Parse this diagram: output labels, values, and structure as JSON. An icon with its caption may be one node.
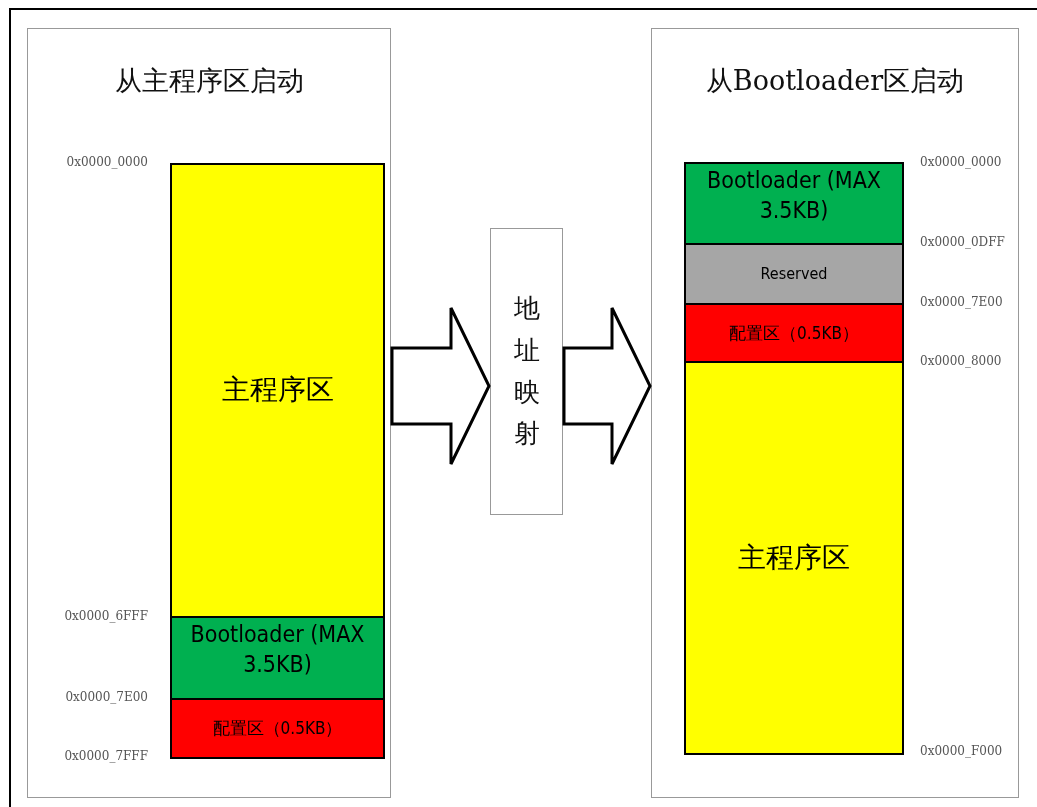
{
  "diagram": {
    "nodes": [
      {
        "text": [
          "从主程序区启动"
        ]
      },
      {
        "text": [
          "主程序区"
        ],
        "in": 0
      },
      {
        "text": [
          "Bootloader (MAX 3.5KB)"
        ],
        "in": 0
      },
      {
        "text": [
          "配置区（0.5KB）"
        ],
        "in": 0
      },
      {
        "text": [
          "地址映射"
        ]
      },
      {
        "text": [
          "从Bootloader区启动"
        ]
      },
      {
        "text": [
          "Bootloader (MAX 3.5KB)"
        ],
        "in": 5
      },
      {
        "text": [
          "Reserved"
        ],
        "in": 5
      },
      {
        "text": [
          "配置区（0.5KB）"
        ],
        "in": 5
      },
      {
        "text": [
          "主程序区"
        ],
        "in": 5
      }
    ],
    "edges": [
      {
        "from": 0,
        "to": 4,
        "arrow": "to"
      },
      {
        "from": 4,
        "to": 5,
        "arrow": "to"
      }
    ],
    "labels": [
      "0x0000_0000",
      "0x0000_6FFF",
      "0x0000_7E00",
      "0x0000_7FFF",
      "0x0000_0000",
      "0x0000_0DFF",
      "0x0000_7E00",
      "0x0000_8000",
      "0x0000_F000"
    ]
  }
}
